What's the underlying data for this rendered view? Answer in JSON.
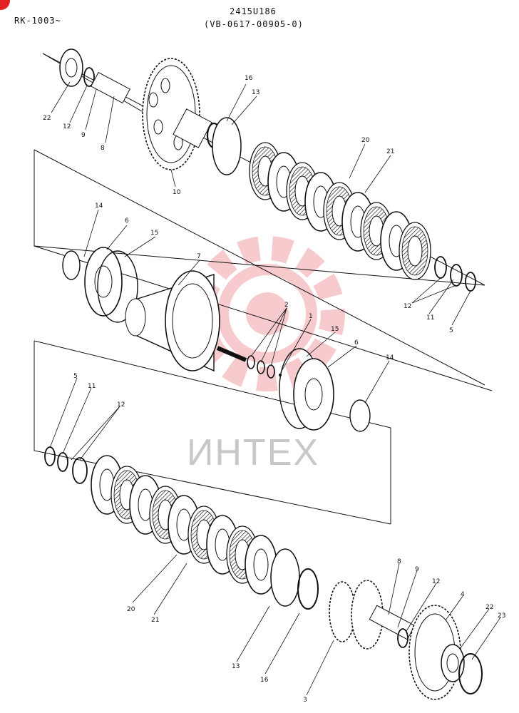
{
  "header": {
    "series": "RK-1003~",
    "part_number": "2415U186",
    "drawing_code": "(VB-0617-00905-0)"
  },
  "watermark": {
    "text": "ИНТЕХ",
    "color": "#f2a0a6"
  },
  "colors": {
    "ink": "#111111",
    "corner_mark": "#e32222"
  },
  "callouts": {
    "c1": "22",
    "c2": "12",
    "c3": "9",
    "c4": "8",
    "c5": "10",
    "c6": "16",
    "c7": "13",
    "c8": "20",
    "c9": "21",
    "c10": "14",
    "c11": "6",
    "c12": "15",
    "c13": "7",
    "c14": "12",
    "c15": "11",
    "c16": "5",
    "c17": "2",
    "c18": "1",
    "c19": "15",
    "c20": "6",
    "c21": "14",
    "c22": "5",
    "c23": "11",
    "c24": "12",
    "c25": "20",
    "c26": "21",
    "c27": "13",
    "c28": "16",
    "c29": "3",
    "c30": "8",
    "c31": "9",
    "c32": "12",
    "c33": "4",
    "c34": "22",
    "c35": "23"
  }
}
